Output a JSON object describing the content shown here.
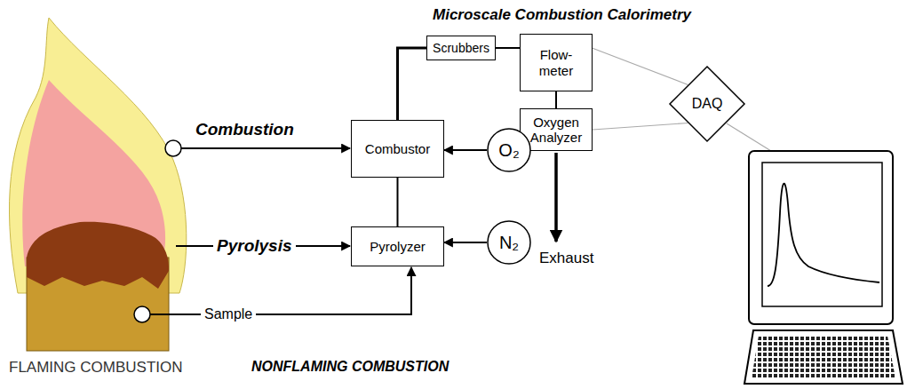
{
  "diagram": {
    "title": "Microscale Combustion Calorimetry",
    "nodes": [
      {
        "text": [
          "Scrubbers"
        ]
      },
      {
        "text": [
          "Flow- meter"
        ]
      },
      {
        "text": [
          "DAQ"
        ]
      },
      {
        "text": [
          "Combustor"
        ]
      },
      {
        "text": [
          "Oxygen Analyzer"
        ]
      },
      {
        "text": [
          "O₂"
        ]
      },
      {
        "text": [
          "Pyrolyzer"
        ]
      },
      {
        "text": [
          "N₂"
        ]
      }
    ],
    "edges": [
      {
        "from": 3,
        "to": 0,
        "arrow": "none"
      },
      {
        "from": 0,
        "to": 1,
        "arrow": "none"
      },
      {
        "from": 1,
        "to": 4,
        "arrow": "none"
      },
      {
        "from": 5,
        "to": 3,
        "arrow": "to"
      },
      {
        "from": 6,
        "to": 3,
        "arrow": "none"
      },
      {
        "from": 7,
        "to": 6,
        "arrow": "to"
      },
      {
        "from": 1,
        "to": 2,
        "arrow": "none"
      },
      {
        "from": 4,
        "to": 2,
        "arrow": "none"
      }
    ],
    "labels": [
      "Combustion",
      "Pyrolysis",
      "Sample",
      "Exhaust",
      "FLAMING COMBUSTION",
      "NONFLAMING COMBUSTION"
    ]
  }
}
